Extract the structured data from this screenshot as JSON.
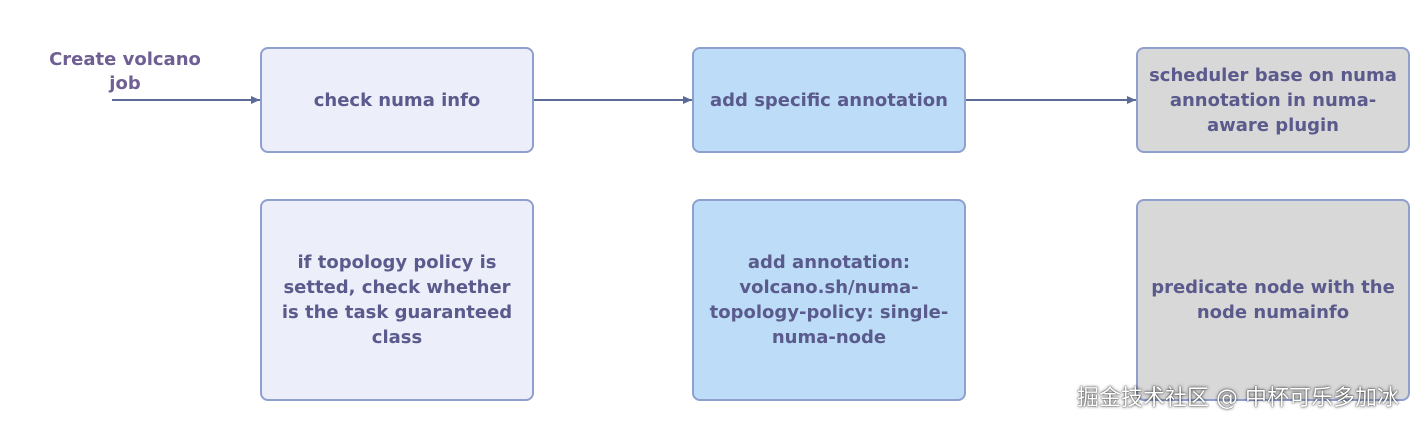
{
  "start": {
    "label": "Create volcano job"
  },
  "flow": {
    "step1": "check numa info",
    "step2": "add specific annotation",
    "step3": "scheduler base on numa annotation in numa-aware plugin"
  },
  "details": {
    "detail1": "if topology policy is setted, check whether is the task guaranteed class",
    "detail2": "add annotation: volcano.sh/numa-topology-policy: single-numa-node",
    "detail3": "predicate node with the node numainfo"
  },
  "watermark": "掘金技术社区 @ 中杯可乐多加冰",
  "colors": {
    "box_border": "#8f9fcf",
    "box_text": "#5a5a8c",
    "lavender_fill": "#eceefa",
    "blue_fill": "#bcdcf7",
    "gray_fill": "#d8d8d8",
    "arrow": "#5b6b96",
    "start_text": "#6f5f92"
  }
}
